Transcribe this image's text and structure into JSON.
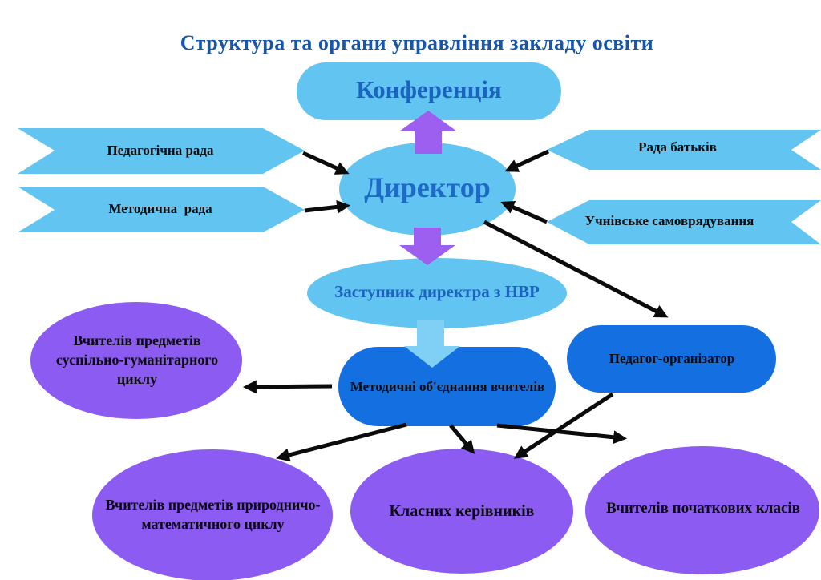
{
  "title": "Структура та органи управління закладу освіти",
  "nodes": {
    "conference": "Конференція",
    "director": "Директор",
    "deputy": "Заступник директра з НВР",
    "methodical": "Методичні об'єднання вчителів",
    "pedagog": "Педагог-організатор"
  },
  "banners": {
    "left": [
      {
        "label": "Педагогічна рада"
      },
      {
        "label": "Методична  рада"
      }
    ],
    "right": [
      {
        "label": "Рада батьків"
      },
      {
        "label": "Учнівське самоврядування"
      }
    ]
  },
  "groups": [
    {
      "label": "Вчителів предметів суспільно-гуманітарного циклу"
    },
    {
      "label": "Вчителів предметів природничо-математичного циклу"
    },
    {
      "label": "Класних керівників"
    },
    {
      "label": "Вчителів початкових класів"
    }
  ],
  "colors": {
    "light_blue": "#62C5F1",
    "light_blue_block_arrow": "#7FD0F4",
    "bright_blue": "#1470E1",
    "purple_ellipse": "#8B5BF2",
    "purple_block_arrow": "#9C5FF0",
    "title_text": "#1656AC",
    "node_text": "#1A63BE",
    "connector_black": "#0B0B0B"
  }
}
